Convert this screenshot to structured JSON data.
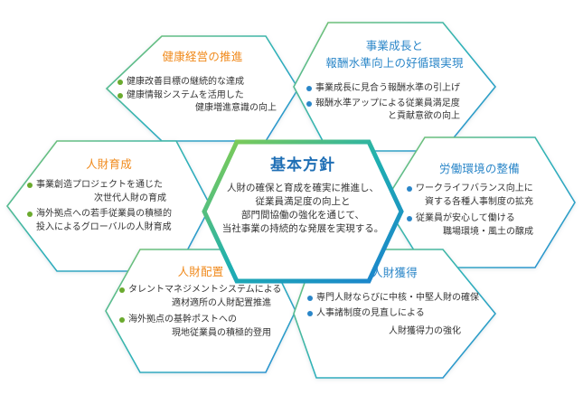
{
  "center": {
    "title": "基本方針",
    "lines": [
      "人財の確保と育成を確実に推進し、",
      "従業員満足度の向上と",
      "部門間協働の強化を通じて、",
      "当社事業の持続的な発展を実現する。"
    ]
  },
  "hexes": {
    "health": {
      "title": "健康経営の推進",
      "items": [
        {
          "l1": "健康改善目標の継続的な達成",
          "l2": ""
        },
        {
          "l1": "健康情報システムを活用した",
          "l2": "健康増進意識の向上"
        }
      ]
    },
    "growth": {
      "title1": "事業成長と",
      "title2": "報酬水準向上の好循環実現",
      "items": [
        {
          "l1": "事業成長に見合う報酬水準の引上げ",
          "l2": ""
        },
        {
          "l1": "報酬水準アップによる従業員満足度",
          "l2": "と貢献意欲の向上"
        }
      ]
    },
    "development": {
      "title": "人財育成",
      "items": [
        {
          "l1": "事業創造プロジェクトを通じた",
          "l2": "次世代人財の育成"
        },
        {
          "l1": "海外拠点への若手従業員の積極的",
          "l2": "投入によるグローバルの人財育成"
        }
      ]
    },
    "workenv": {
      "title": "労働環境の整備",
      "items": [
        {
          "l1": "ワークライフバランス向上に",
          "l2": "資する各種人事制度の拡充"
        },
        {
          "l1": "従業員が安心して働ける",
          "l2": "職場環境・風土の醸成"
        }
      ]
    },
    "placement": {
      "title": "人財配置",
      "items": [
        {
          "l1": "タレントマネジメントシステムによる",
          "l2": "適材適所の人財配置推進"
        },
        {
          "l1": "海外拠点の基幹ポストへの",
          "l2": "現地従業員の積極的登用"
        }
      ]
    },
    "acquisition": {
      "title": "人財獲得",
      "items": [
        {
          "l1": "専門人財ならびに中核・中堅人財の確保",
          "l2": ""
        },
        {
          "l1": "人事諸制度の見直しによる",
          "l2": "人財獲得力の強化"
        }
      ]
    }
  },
  "colors": {
    "green": "#6aaa2e",
    "blue": "#2a86c8",
    "orange": "#f08a1c",
    "center_title": "#1f6fb5"
  }
}
